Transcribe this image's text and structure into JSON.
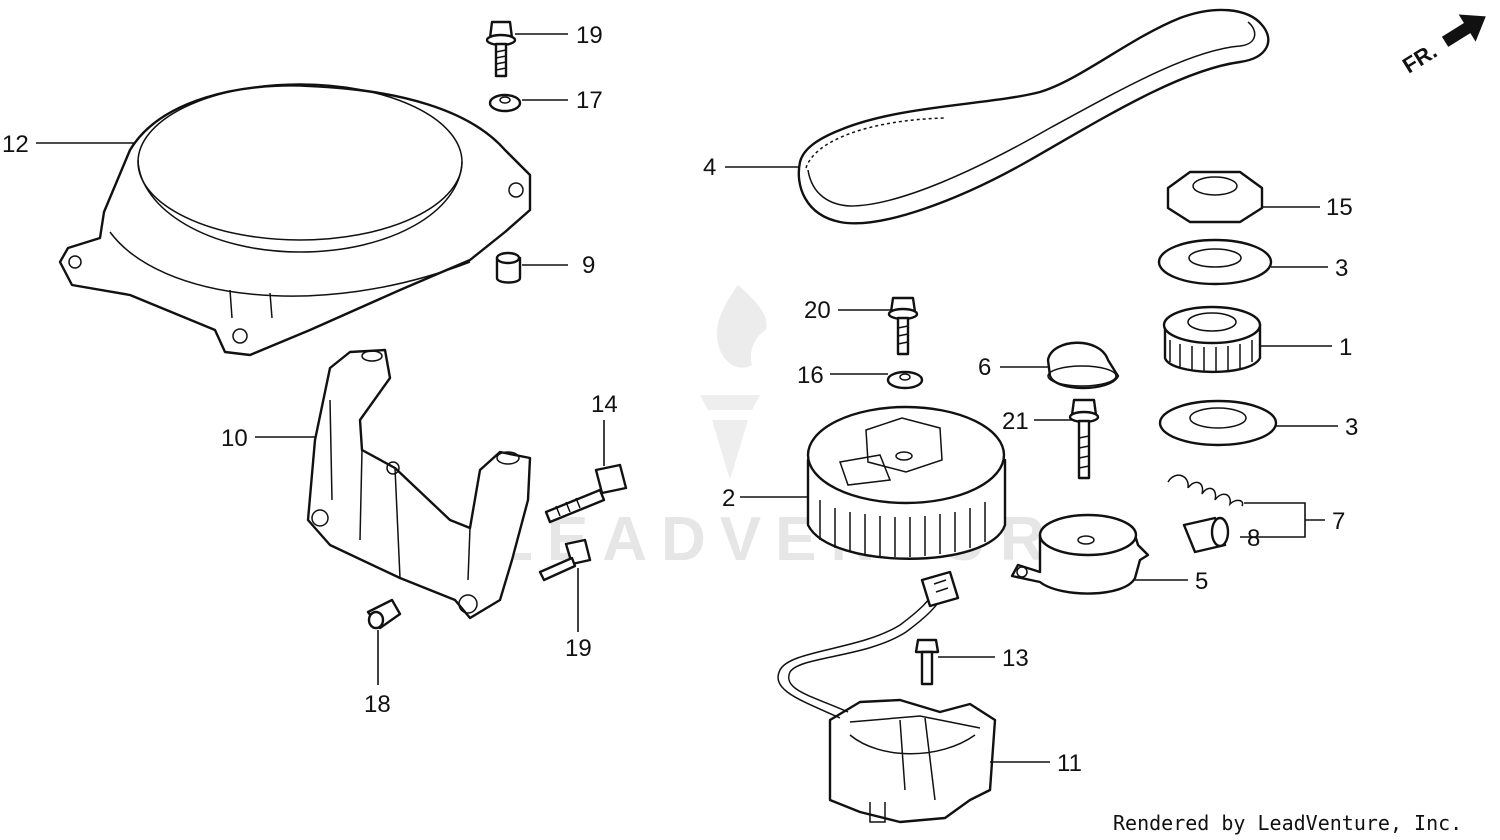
{
  "credit": "Rendered by LeadVenture, Inc.",
  "watermark": "LEADVENTURE",
  "direction_indicator": "FR.",
  "callouts": {
    "c1": "1",
    "c2": "2",
    "c3a": "3",
    "c3b": "3",
    "c4": "4",
    "c5": "5",
    "c6": "6",
    "c7": "7",
    "c8": "8",
    "c9": "9",
    "c10": "10",
    "c11": "11",
    "c12": "12",
    "c13": "13",
    "c14": "14",
    "c15": "15",
    "c16": "16",
    "c17": "17",
    "c18": "18",
    "c19a": "19",
    "c19b": "19",
    "c20": "20",
    "c21": "21"
  }
}
